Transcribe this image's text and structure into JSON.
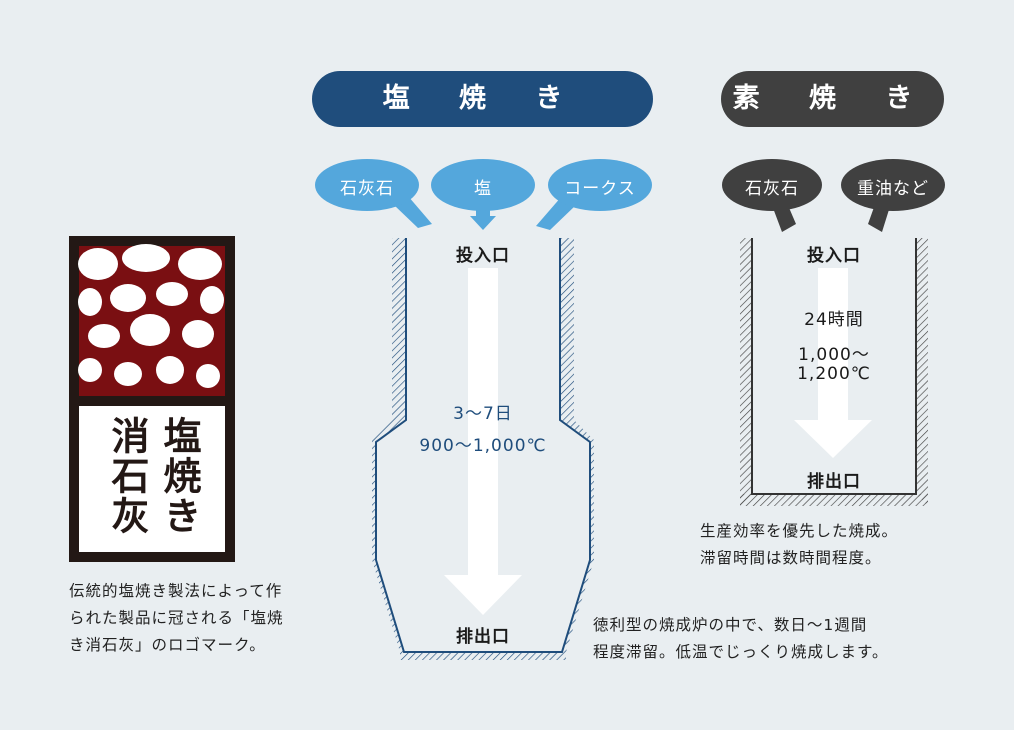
{
  "shiokiyaki": {
    "title": "塩 焼 き",
    "inputs": [
      "石灰石",
      "塩",
      "コークス"
    ],
    "inlet": "投入口",
    "outlet": "排出口",
    "duration": "3〜7日",
    "temperature": "900〜1,000℃",
    "description": [
      "徳利型の焼成炉の中で、数日〜1週間",
      "程度滞留。低温でじっくり焼成します。"
    ]
  },
  "sukiyaki": {
    "title": "素 焼 き",
    "inputs": [
      "石灰石",
      "重油など"
    ],
    "inlet": "投入口",
    "outlet": "排出口",
    "duration": "24時間",
    "temperature_line1": "1,000〜",
    "temperature_line2": "1,200℃",
    "description": [
      "生産効率を優先した焼成。",
      "滞留時間は数時間程度。"
    ]
  },
  "logo": {
    "col_right": "塩焼き",
    "col_left": "消石灰",
    "caption": [
      "伝統的塩焼き製法によって作",
      "られた製品に冠される「塩焼",
      "き消石灰」のロゴマーク。"
    ]
  },
  "colors": {
    "shio_dark": "#1f4d7c",
    "shio_light": "#54a7dc",
    "suyaki_dark": "#404040",
    "background": "#e9eef1",
    "logo_red": "#7a0f12"
  }
}
